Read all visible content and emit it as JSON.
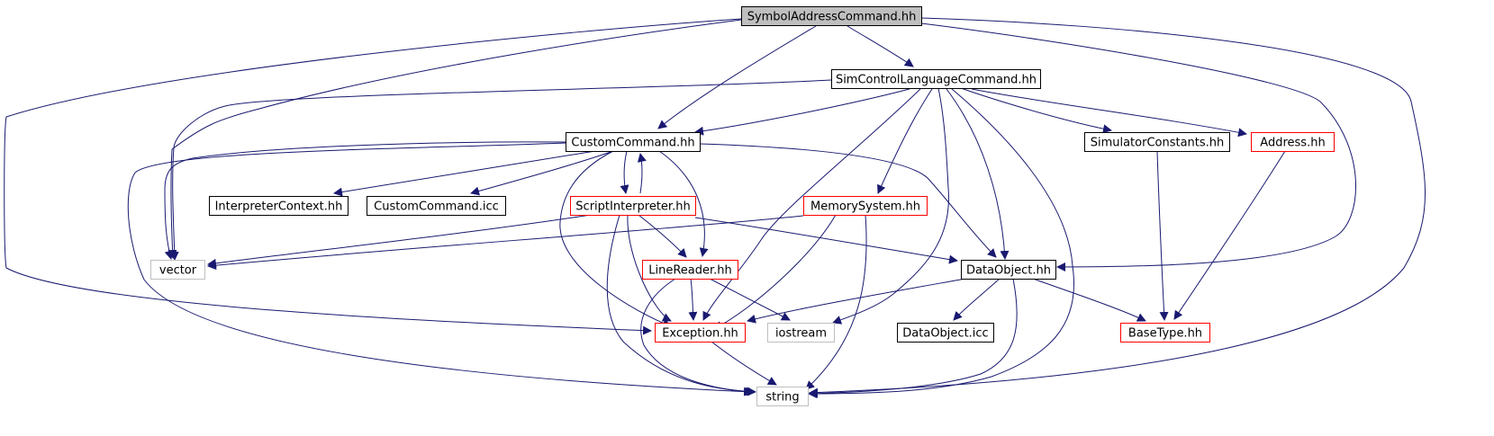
{
  "graph": {
    "nodes": {
      "symbol_address_command": {
        "label": "SymbolAddressCommand.hh",
        "kind": "root"
      },
      "sim_control_language_command": {
        "label": "SimControlLanguageCommand.hh",
        "kind": "documented"
      },
      "custom_command": {
        "label": "CustomCommand.hh",
        "kind": "documented"
      },
      "simulator_constants": {
        "label": "SimulatorConstants.hh",
        "kind": "documented"
      },
      "address": {
        "label": "Address.hh",
        "kind": "truncated"
      },
      "interpreter_context": {
        "label": "InterpreterContext.hh",
        "kind": "documented"
      },
      "custom_command_icc": {
        "label": "CustomCommand.icc",
        "kind": "documented"
      },
      "script_interpreter": {
        "label": "ScriptInterpreter.hh",
        "kind": "truncated"
      },
      "memory_system": {
        "label": "MemorySystem.hh",
        "kind": "truncated"
      },
      "vector": {
        "label": "vector",
        "kind": "external"
      },
      "line_reader": {
        "label": "LineReader.hh",
        "kind": "truncated"
      },
      "data_object": {
        "label": "DataObject.hh",
        "kind": "documented"
      },
      "exception": {
        "label": "Exception.hh",
        "kind": "truncated"
      },
      "iostream": {
        "label": "iostream",
        "kind": "external"
      },
      "data_object_icc": {
        "label": "DataObject.icc",
        "kind": "documented"
      },
      "base_type": {
        "label": "BaseType.hh",
        "kind": "truncated"
      },
      "string": {
        "label": "string",
        "kind": "external"
      }
    },
    "edges": [
      [
        "symbol_address_command",
        "sim_control_language_command"
      ],
      [
        "symbol_address_command",
        "custom_command"
      ],
      [
        "symbol_address_command",
        "vector"
      ],
      [
        "symbol_address_command",
        "exception"
      ],
      [
        "symbol_address_command",
        "data_object"
      ],
      [
        "symbol_address_command",
        "string"
      ],
      [
        "sim_control_language_command",
        "custom_command"
      ],
      [
        "sim_control_language_command",
        "vector"
      ],
      [
        "sim_control_language_command",
        "simulator_constants"
      ],
      [
        "sim_control_language_command",
        "address"
      ],
      [
        "sim_control_language_command",
        "memory_system"
      ],
      [
        "sim_control_language_command",
        "data_object"
      ],
      [
        "sim_control_language_command",
        "exception"
      ],
      [
        "sim_control_language_command",
        "iostream"
      ],
      [
        "sim_control_language_command",
        "string"
      ],
      [
        "custom_command",
        "interpreter_context"
      ],
      [
        "custom_command",
        "custom_command_icc"
      ],
      [
        "custom_command",
        "script_interpreter"
      ],
      [
        "custom_command",
        "vector"
      ],
      [
        "custom_command",
        "line_reader"
      ],
      [
        "custom_command",
        "data_object"
      ],
      [
        "custom_command",
        "exception"
      ],
      [
        "custom_command",
        "string"
      ],
      [
        "script_interpreter",
        "custom_command"
      ],
      [
        "script_interpreter",
        "vector"
      ],
      [
        "script_interpreter",
        "line_reader"
      ],
      [
        "script_interpreter",
        "data_object"
      ],
      [
        "script_interpreter",
        "exception"
      ],
      [
        "script_interpreter",
        "string"
      ],
      [
        "memory_system",
        "vector"
      ],
      [
        "memory_system",
        "exception"
      ],
      [
        "memory_system",
        "string"
      ],
      [
        "line_reader",
        "exception"
      ],
      [
        "line_reader",
        "iostream"
      ],
      [
        "line_reader",
        "string"
      ],
      [
        "data_object",
        "data_object_icc"
      ],
      [
        "data_object",
        "exception"
      ],
      [
        "data_object",
        "base_type"
      ],
      [
        "data_object",
        "string"
      ],
      [
        "simulator_constants",
        "base_type"
      ],
      [
        "address",
        "base_type"
      ],
      [
        "exception",
        "string"
      ]
    ]
  },
  "colors": {
    "edge": "#191970",
    "root_fill": "#bfbfbf",
    "documented_border": "#000000",
    "truncated_border": "#ff0000",
    "external_border": "#bfbfbf",
    "node_fill": "#ffffff"
  }
}
